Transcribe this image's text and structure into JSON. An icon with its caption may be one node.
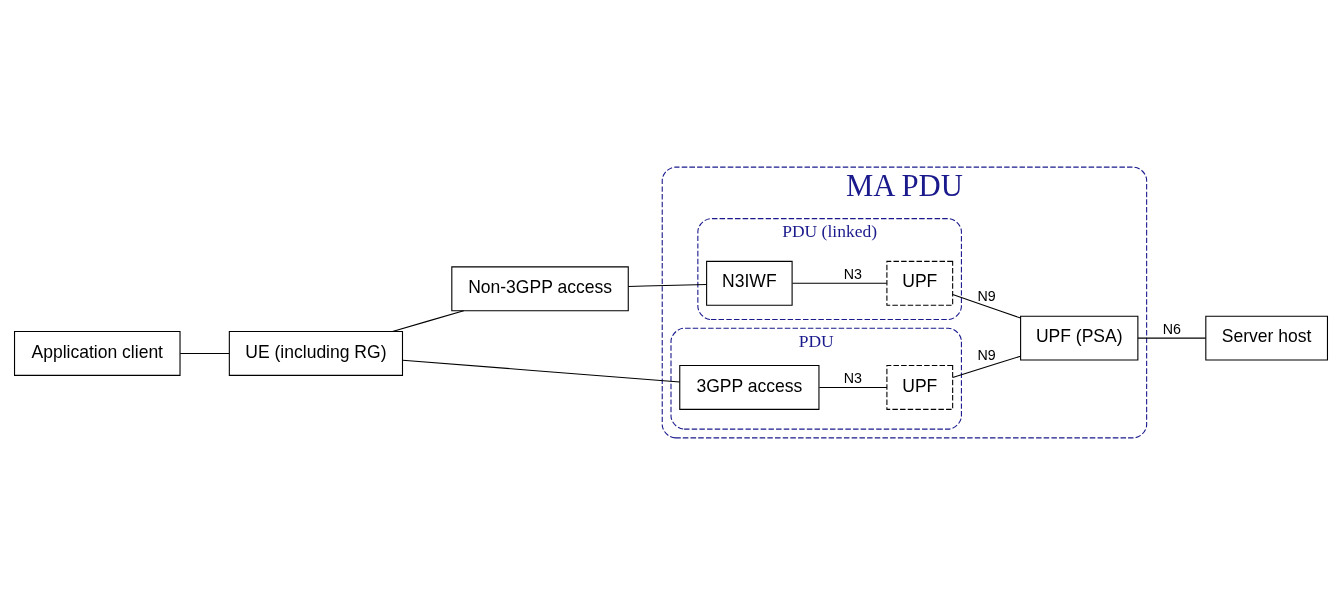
{
  "diagram": {
    "nodes": [
      {
        "text": [
          "Application client"
        ]
      },
      {
        "text": [
          "UE (including RG)"
        ]
      },
      {
        "text": [
          "Non-3GPP access"
        ]
      },
      {
        "text": [
          "MA PDU"
        ]
      },
      {
        "text": [
          "PDU"
        ],
        "in": 3
      },
      {
        "text": [
          "3GPP access"
        ],
        "in": 4
      },
      {
        "text": [
          "UPF"
        ],
        "in": 4
      },
      {
        "text": [
          "PDU (linked)"
        ],
        "in": 3
      },
      {
        "text": [
          "N3IWF"
        ],
        "in": 7
      },
      {
        "text": [
          "UPF"
        ],
        "in": 7
      },
      {
        "text": [
          "UPF (PSA)"
        ],
        "in": 3
      },
      {
        "text": [
          "Server host"
        ]
      }
    ],
    "edges": [
      {
        "from": 0,
        "to": 1,
        "arrow": "none"
      },
      {
        "from": 1,
        "to": 5,
        "arrow": "none"
      },
      {
        "from": 1,
        "to": 2,
        "arrow": "none"
      },
      {
        "from": 2,
        "to": 8,
        "arrow": "none"
      },
      {
        "from": 5,
        "to": 6,
        "arrow": "none",
        "label": "N3"
      },
      {
        "from": 8,
        "to": 9,
        "arrow": "none",
        "label": "N3"
      },
      {
        "from": 6,
        "to": 10,
        "arrow": "none",
        "label": "N9"
      },
      {
        "from": 9,
        "to": 10,
        "arrow": "none",
        "label": "N9"
      },
      {
        "from": 10,
        "to": 11,
        "arrow": "none",
        "label": "N6"
      }
    ]
  }
}
